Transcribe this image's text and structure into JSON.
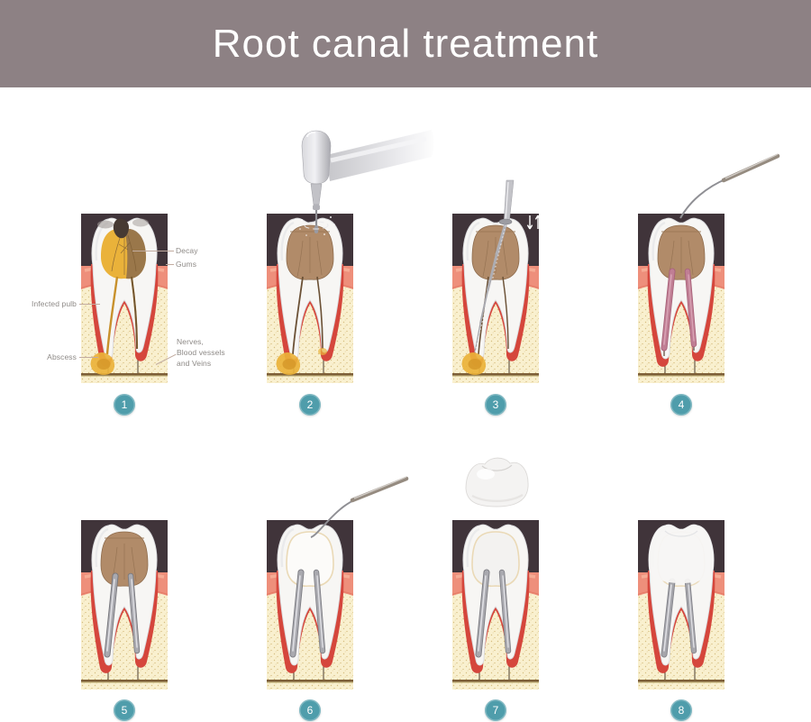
{
  "title": "Root canal treatment",
  "colors": {
    "banner_bg": "#8d8184",
    "title_text": "#ffffff",
    "panel_dark_bg": "#40343a",
    "gum": "#ee8f7b",
    "gum_highlight": "#f7b19a",
    "bone": "#f9f0cf",
    "bone_speckle": "#d2b878",
    "base_line": "#7d5f38",
    "root_outline_red": "#d5463c",
    "tooth_white": "#f7f6f4",
    "tooth_edge": "#d9dadd",
    "dentin_brown": "#b18b69",
    "dentin_edge": "#8f6d4e",
    "infection_yellow": "#eab23a",
    "infection_deep": "#d6992a",
    "pulp_brown": "#92724c",
    "decay_dark": "#473a33",
    "gutta_percha": "#c07e94",
    "gutta_edge": "#a8637a",
    "metal_mid": "#a9a9af",
    "metal_light": "#e9e9ed",
    "metal_dark": "#8f8f94",
    "cream_dentin": "#ead9b6",
    "badge_bg": "#4f9dab",
    "badge_text": "#ffffff",
    "label_text": "#8e8a87",
    "leader_line": "#c2aca0"
  },
  "annotations": {
    "decay": "Decay",
    "gums": "Gums",
    "infected_pulp": "Infected pulb",
    "abscess": "Abscess",
    "nerves": "Nerves,\nBlood vessels\nand Veins"
  },
  "steps": [
    {
      "number": "1",
      "variant": "infected",
      "tool": "none"
    },
    {
      "number": "2",
      "variant": "opened",
      "tool": "drill"
    },
    {
      "number": "3",
      "variant": "filing",
      "tool": "file"
    },
    {
      "number": "4",
      "variant": "gutta",
      "tool": "probe"
    },
    {
      "number": "5",
      "variant": "silver",
      "tool": "none"
    },
    {
      "number": "6",
      "variant": "filled",
      "tool": "probe"
    },
    {
      "number": "7",
      "variant": "crown-float",
      "tool": "crown"
    },
    {
      "number": "8",
      "variant": "crowned",
      "tool": "none"
    }
  ]
}
